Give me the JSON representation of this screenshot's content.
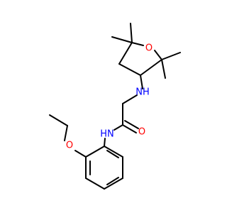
{
  "molecule": {
    "atoms": {
      "O_ring": {
        "symbol": "O",
        "color": "#ff0000"
      },
      "N_amine": {
        "symbol": "NH",
        "color": "#0000ff"
      },
      "O_carbonyl": {
        "symbol": "O",
        "color": "#ff0000"
      },
      "N_amide": {
        "symbol": "HN",
        "color": "#0000ff"
      },
      "O_ether": {
        "symbol": "O",
        "color": "#ff0000"
      }
    },
    "bond_color": "#000000"
  }
}
